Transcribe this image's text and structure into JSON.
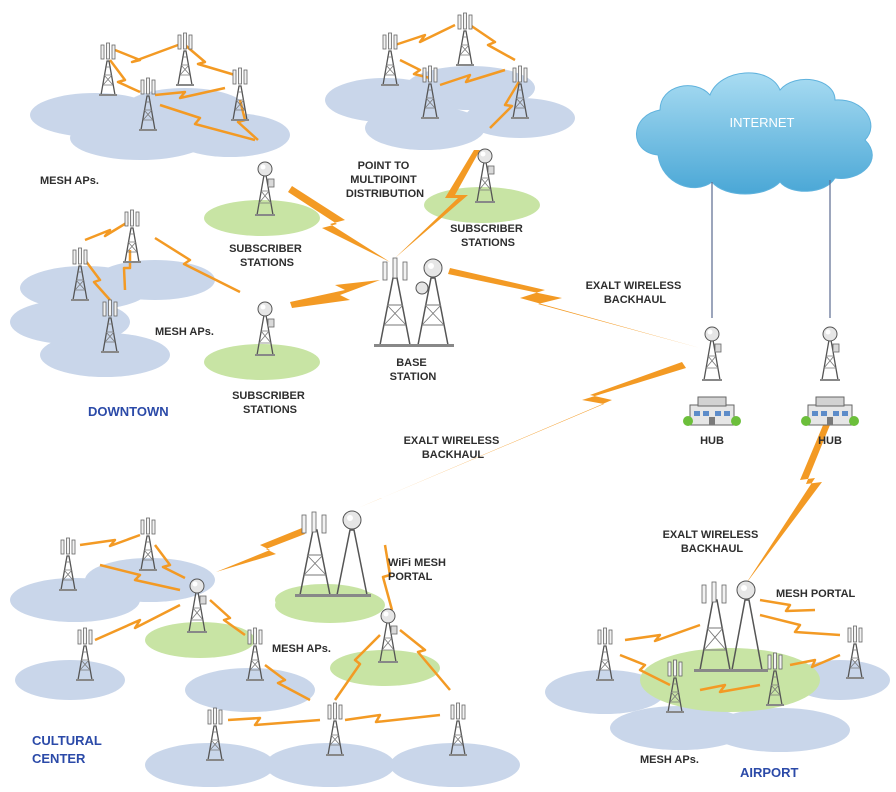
{
  "colors": {
    "mesh_zone": "#c9d6ea",
    "subscriber_zone": "#c8e4a4",
    "link": "#f39a24",
    "cloud": "#7cc4e6",
    "area_label": "#2b4aa8",
    "hub_line": "#5a6a90"
  },
  "labels": {
    "internet": "INTERNET",
    "mesh_aps_1": "MESH APs.",
    "point_to_multipoint": [
      "POINT TO",
      "MULTIPOINT",
      "DISTRIBUTION"
    ],
    "subscriber_stations_1": [
      "SUBSCRIBER",
      "STATIONS"
    ],
    "subscriber_stations_2": [
      "SUBSCRIBER",
      "STATIONS"
    ],
    "subscriber_stations_3": [
      "SUBSCRIBER",
      "STATIONS"
    ],
    "mesh_aps_2": "MESH APs.",
    "base_station": [
      "BASE",
      "STATION"
    ],
    "exalt_backhaul_1": [
      "EXALT WIRELESS",
      "BACKHAUL"
    ],
    "downtown": "DOWNTOWN",
    "exalt_backhaul_2": [
      "EXALT WIRELESS",
      "BACKHAUL"
    ],
    "hub_1": "HUB",
    "hub_2": "HUB",
    "wifi_mesh_portal": [
      "WiFi MESH",
      "PORTAL"
    ],
    "exalt_backhaul_3": [
      "EXALT WIRELESS",
      "BACKHAUL"
    ],
    "mesh_portal": "MESH PORTAL",
    "mesh_aps_3": "MESH APs.",
    "cultural_center": [
      "CULTURAL",
      "CENTER"
    ],
    "mesh_aps_4": "MESH APs.",
    "airport": "AIRPORT"
  },
  "icons": {
    "cloud": "cloud-icon",
    "mesh_ap": "mesh-ap-tower-icon",
    "subscriber": "subscriber-station-icon",
    "base_station": "base-station-icon",
    "hub": "hub-building-icon",
    "link": "wireless-link-bolt-icon"
  }
}
